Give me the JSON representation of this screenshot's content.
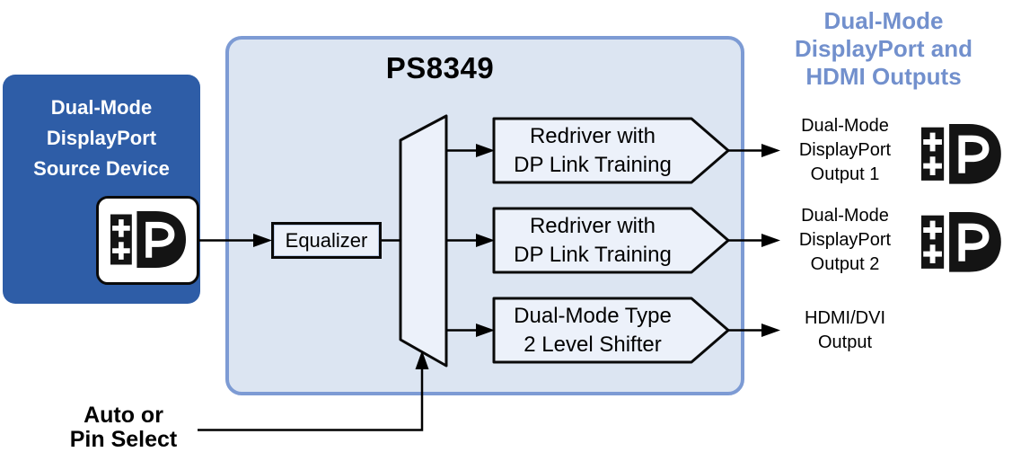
{
  "chip": {
    "label": "PS8349",
    "equalizer": "Equalizer",
    "mux": "signal-switch",
    "blocks": [
      {
        "line1": "Redriver with",
        "line2": "DP Link Training"
      },
      {
        "line1": "Redriver with",
        "line2": "DP Link Training"
      },
      {
        "line1": "Dual-Mode Type",
        "line2": "2 Level Shifter"
      }
    ]
  },
  "source_box": {
    "lines": [
      "Dual-Mode",
      "DisplayPort",
      "Source Device"
    ],
    "logo": "dp-plus-plus-logo"
  },
  "outputs_heading": {
    "lines": [
      "Dual-Mode",
      "DisplayPort and",
      "HDMI Outputs"
    ]
  },
  "outputs": [
    {
      "lines": [
        "Dual-Mode",
        "DisplayPort",
        "Output 1"
      ],
      "logo": "dp-plus-plus-logo"
    },
    {
      "lines": [
        "Dual-Mode",
        "DisplayPort",
        "Output 2"
      ],
      "logo": "dp-plus-plus-logo"
    },
    {
      "lines": [
        "HDMI/DVI",
        "Output"
      ],
      "logo": null
    }
  ],
  "select_input": {
    "lines": [
      "Auto or",
      "Pin Select"
    ]
  },
  "icons": {
    "dp_plus_plus_logo": "DisplayPort dual-mode (DP++) logo"
  },
  "colors": {
    "source_box_fill": "#2E5DA7",
    "chip_fill": "#DCE5F2",
    "chip_border": "#7D9BD4",
    "inner_shape_fill": "#ECF1FA",
    "heading_text": "#7290CD",
    "wire": "#000000",
    "logo_black": "#141414"
  }
}
